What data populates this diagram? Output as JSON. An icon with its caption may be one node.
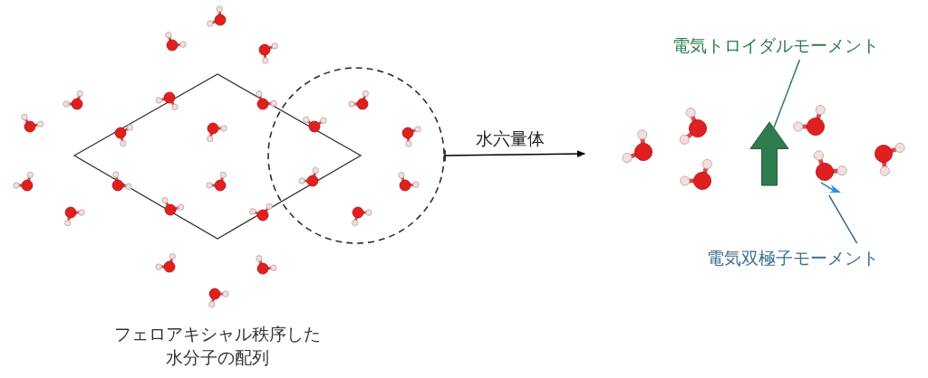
{
  "diagram": {
    "nodes": [
      {
        "text": [],
        "shape": "circle"
      },
      {
        "text": [],
        "shape": "picture"
      },
      {
        "text": [
          "電気トロイダルモーメント"
        ]
      },
      {
        "text": [],
        "shape": "arrow",
        "in": 1
      },
      {
        "text": [
          "電気双極子モーメント"
        ]
      },
      {
        "text": [],
        "shape": "arrow",
        "in": 1
      }
    ],
    "edges": [
      {
        "from": 0,
        "to": 1,
        "arrow": "to",
        "label": "水六量体"
      },
      {
        "from": 2,
        "to": 3,
        "arrow": "none",
        "color": "#2e7d4f"
      },
      {
        "from": 4,
        "to": 5,
        "arrow": "none",
        "color": "#3b6e8f"
      }
    ],
    "labels": [
      "フェロアキシャル秩序した水分子の配列"
    ]
  }
}
